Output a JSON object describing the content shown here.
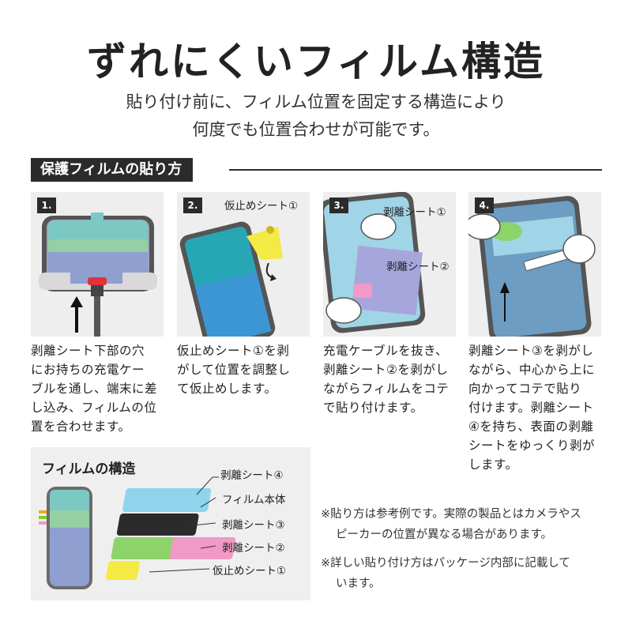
{
  "title": "ずれにくいフィルム構造",
  "subtitle": [
    "貼り付け前に、フィルム位置を固定する構造により",
    "何度でも位置合わせが可能です。"
  ],
  "section": "保護フィルムの貼り方",
  "steps": [
    {
      "num": "1.",
      "lines": [
        "剥離シート下部の穴",
        "にお持ちの充電ケー",
        "ブルを通し、端末に差",
        "し込み、フィルムの位",
        "置を合わせます。"
      ]
    },
    {
      "num": "2.",
      "callout": "仮止めシート①",
      "lines": [
        "仮止めシート①を剥",
        "がして位置を調整し",
        "て仮止めします。"
      ]
    },
    {
      "num": "3.",
      "callouts": [
        "剥離シート①",
        "剥離シート②"
      ],
      "lines": [
        "充電ケーブルを抜き、",
        "剥離シート②を剥がし",
        "ながらフィルムをコテ",
        "で貼り付けます。"
      ]
    },
    {
      "num": "4.",
      "lines": [
        "剥離シート③を剥がし",
        "ながら、中心から上に",
        "向かってコテで貼り",
        "付けます。剥離シート",
        "④を持ち、表面の剥離",
        "シートをゆっくり剥が",
        "します。"
      ]
    }
  ],
  "structure": {
    "title": "フィルムの構造",
    "layers": [
      "剥離シート④",
      "フィルム本体",
      "剥離シート③",
      "剥離シート②",
      "仮止めシート①"
    ]
  },
  "notes": [
    [
      "※貼り方は参考例です。実際の製品とはカメラやス",
      "ピーカーの位置が異なる場合があります。"
    ],
    [
      "※詳しい貼り付け方はパッケージ内部に記載して",
      "います。"
    ]
  ],
  "colors": {
    "dark": "#2b2b2b",
    "panel": "#eeeeee",
    "film_blue": "#8fd3ec",
    "yellow": "#f3ea45",
    "green": "#8cd36a",
    "pink": "#f29ac7"
  }
}
